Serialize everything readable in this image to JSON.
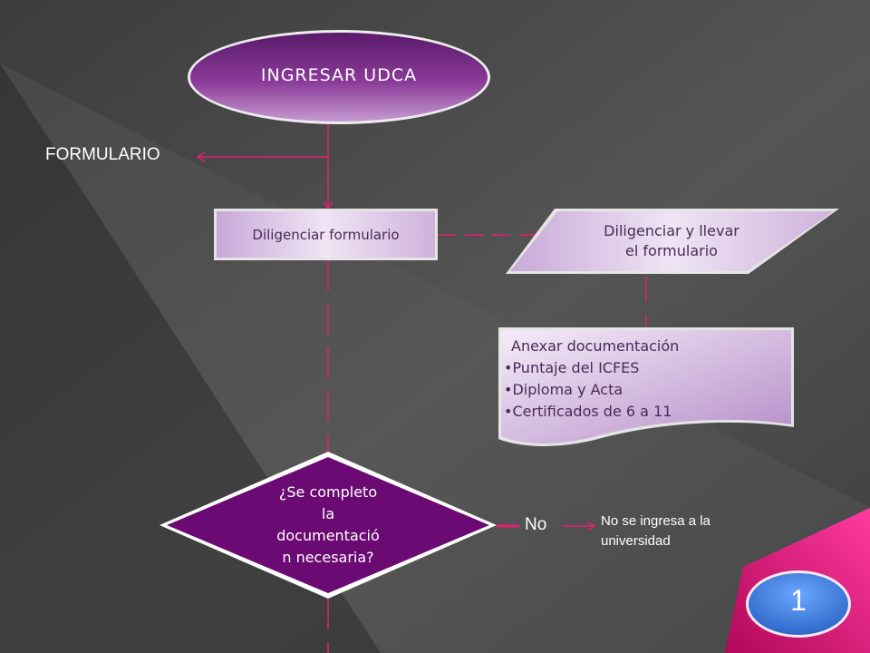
{
  "start": {
    "label": "INGRESAR  UDCA"
  },
  "side_label": "FORMULARIO",
  "process": {
    "label": "Diligenciar  formulario"
  },
  "parallelogram": {
    "line1": "Diligenciar y llevar",
    "line2": "el formulario"
  },
  "document": {
    "title": "Anexar documentación",
    "items": [
      "Puntaje del ICFES",
      "Diploma y Acta",
      "Certificados de 6 a 11"
    ]
  },
  "decision": {
    "lines": [
      "¿Se completo",
      "la",
      "documentació",
      "n necesaria?"
    ]
  },
  "no_label": "No",
  "outcome": {
    "line1": "No se ingresa a la",
    "line2": "universidad"
  },
  "page_number": "1",
  "colors": {
    "accent_magenta": "#e0206e",
    "oval_purple": "#7a2a8a",
    "decision_purple": "#6a0a72",
    "lavender": "#e8d8f0",
    "page_badge_blue": "#3f7fd6"
  }
}
